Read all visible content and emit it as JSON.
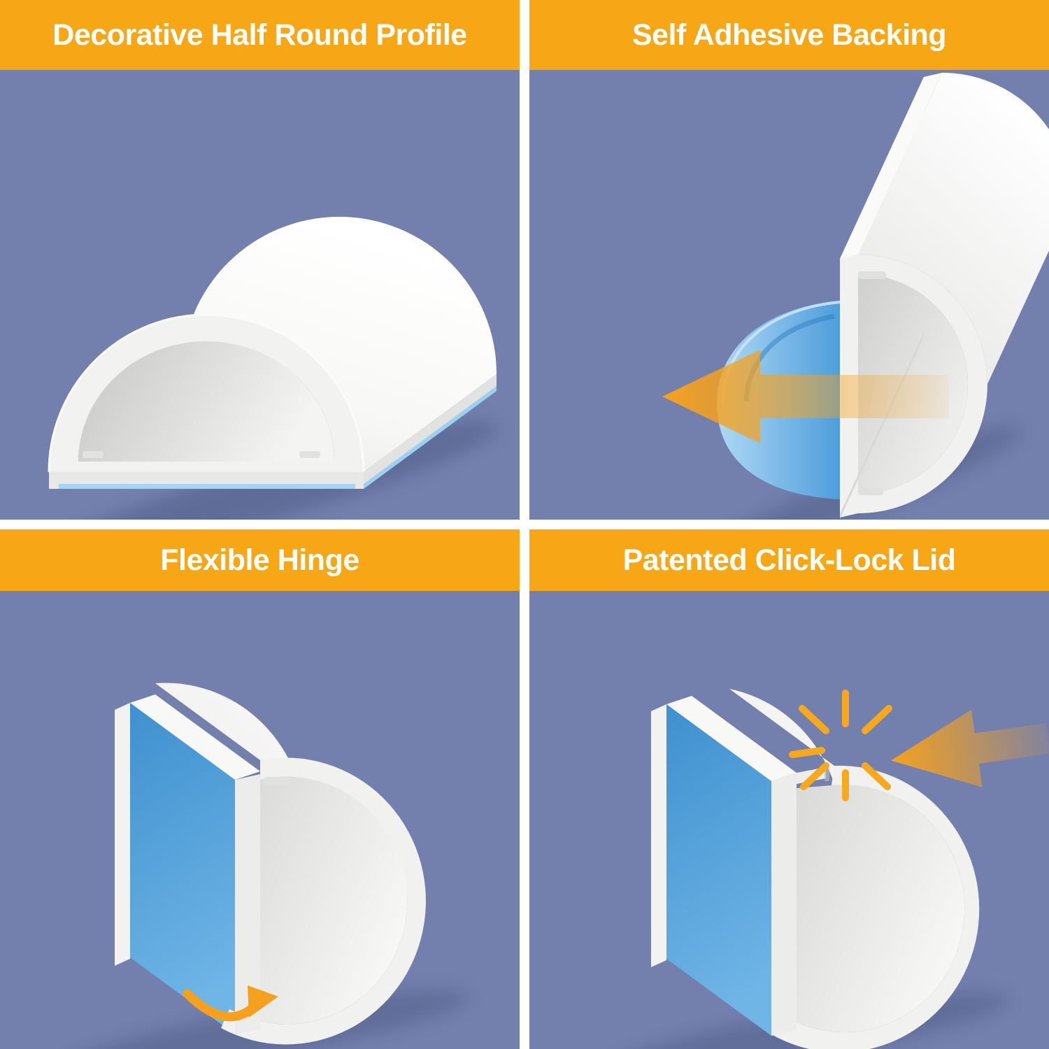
{
  "poster": {
    "background": "#FFFFFF",
    "panel_background": "#7380AE",
    "band_color": "#F7A616",
    "band_text_color": "#FFFFFF"
  },
  "colors": {
    "accent_yellow": "#F7A616",
    "arrow_orange": "#F6A11E",
    "adhesive_film_blue": "#4796D8",
    "adhesive_strip_blue": "#A6D4F1",
    "panel_blue": "#7380AE",
    "product_white": "#F2F2F0"
  },
  "icons": {
    "peel_arrow": "left-arrow",
    "hinge_swing_arrow": "curved-rotation-arrow",
    "press_arrow": "left-arrow",
    "click_burst": "starburst"
  },
  "panels": [
    {
      "id": "decorative-half-round-profile",
      "title": "Decorative Half Round Profile"
    },
    {
      "id": "self-adhesive-backing",
      "title": "Self Adhesive Backing"
    },
    {
      "id": "flexible-hinge",
      "title": "Flexible Hinge"
    },
    {
      "id": "patented-click-lock-lid",
      "title": "Patented Click-Lock Lid"
    }
  ]
}
